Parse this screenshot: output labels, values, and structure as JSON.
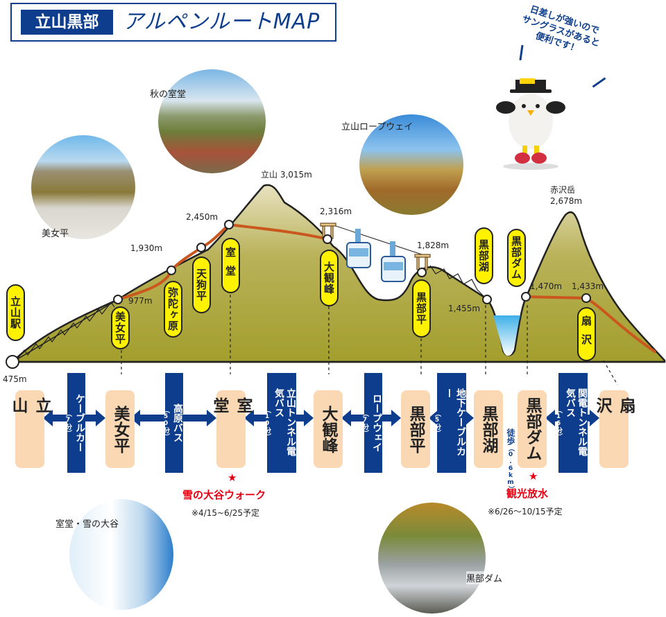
{
  "title": {
    "label": "立山黒部",
    "main": "アルペンルートMAP"
  },
  "colors": {
    "navy": "#0d3d8c",
    "mountain": "#a9a53a",
    "route": "#c9571e",
    "pill": "#fff200",
    "station_box": "#fbd8b4",
    "highlight": "#e50012",
    "lake": "#3fb0e8"
  },
  "mascot": {
    "speech": [
      "日差しが強いので",
      "サングラスがあると",
      "便利です！"
    ]
  },
  "photos": [
    {
      "label": "美女平"
    },
    {
      "label": "秋の室堂"
    },
    {
      "label": "立山ロープウェイ"
    },
    {
      "label": "室堂・雪の大谷"
    },
    {
      "label": "黒部ダム"
    }
  ],
  "profile": {
    "pills": [
      "立山駅",
      "美女平",
      "弥陀ヶ原",
      "天狗平",
      "室堂",
      "大観峰",
      "黒部平",
      "黒部湖",
      "黒部ダム",
      "扇沢"
    ],
    "elevations": {
      "tateyama_sta": "475m",
      "bijodaira": "977m",
      "midagahara": "1,930m",
      "murodo": "2,450m",
      "tateyama_peak": "立山 3,015m",
      "daikanbo": "2,316m",
      "kurobedaira": "1,828m",
      "kurobeko": "1,455m",
      "kurobe_dam": "1,470m",
      "ogizawa": "1,433m",
      "akazawa_name": "赤沢岳",
      "akazawa": "2,678m"
    }
  },
  "stations": [
    "立山",
    "美女平",
    "室堂",
    "大観峰",
    "黒部平",
    "黒部湖",
    "黒部ダム",
    "扇沢"
  ],
  "transports": [
    {
      "name": "ケーブルカー",
      "time": "（7分）"
    },
    {
      "name": "高原バス",
      "time": "（50分）"
    },
    {
      "name": "立山トンネル電気バス",
      "time": "（10分）"
    },
    {
      "name": "ロープウェイ",
      "time": "（7分）"
    },
    {
      "name": "地下ケーブルカー",
      "time": "（5分）"
    },
    {
      "name": "関電トンネル電気バス",
      "time": "（16分）"
    }
  ],
  "walk": {
    "label": "徒歩",
    "distance": "（0.6km）"
  },
  "events": [
    {
      "title": "雪の大谷ウォーク",
      "date": "※4/15~6/25予定"
    },
    {
      "title": "観光放水",
      "date": "※6/26〜10/15予定"
    }
  ]
}
